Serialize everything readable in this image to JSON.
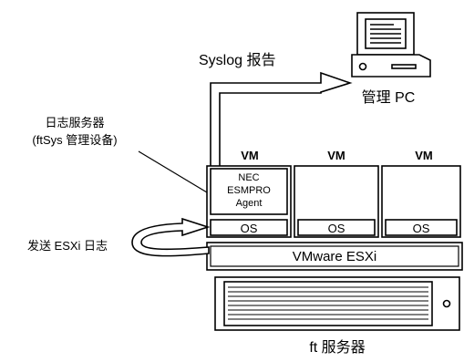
{
  "labels": {
    "syslog_report": "Syslog 报告",
    "management_pc": "管理 PC",
    "log_server_line1": "日志服务器",
    "log_server_line2": "(ftSys 管理设备)",
    "send_esxi_log": "发送 ESXi 日志",
    "vmware_esxi": "VMware ESXi",
    "ft_server": "ft 服务器"
  },
  "vms": [
    {
      "title": "VM",
      "os": "OS",
      "agent_lines": [
        "NEC",
        "ESMPRO",
        "Agent"
      ]
    },
    {
      "title": "VM",
      "os": "OS"
    },
    {
      "title": "VM",
      "os": "OS"
    }
  ],
  "icons": {
    "pc": "computer-icon",
    "server": "server-chassis-icon",
    "arrow_up": "syslog-arrow-icon",
    "arrow_loop": "send-log-loop-arrow-icon"
  },
  "colors": {
    "line": "#000000",
    "fill": "#ffffff"
  }
}
